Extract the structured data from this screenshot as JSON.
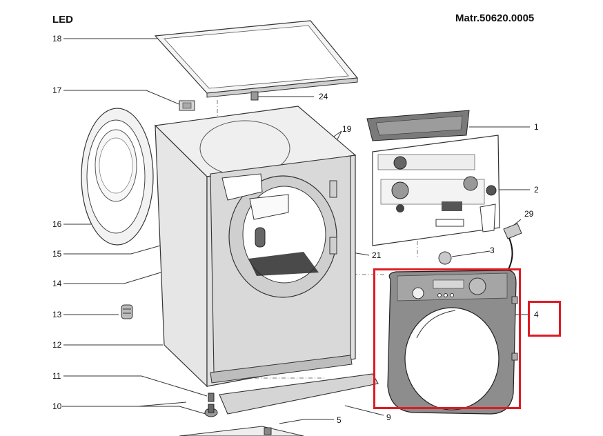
{
  "header": {
    "left_title": "LED",
    "right_code": "Matr.50620.0005"
  },
  "callouts": {
    "n1": "1",
    "n2": "2",
    "n3": "3",
    "n4": "4",
    "n5": "5",
    "n9": "9",
    "n10": "10",
    "n11": "11",
    "n12": "12",
    "n13": "13",
    "n14": "14",
    "n15": "15",
    "n16": "16",
    "n17": "17",
    "n18": "18",
    "n19": "19",
    "n21": "21",
    "n24": "24",
    "n29": "29"
  },
  "highlight": {
    "color": "#e01a22",
    "target_part": "4"
  },
  "colors": {
    "line": "#333333",
    "panel_fill": "#8d8d8d",
    "panel_dark": "#6a6a6a",
    "body_light": "#ececec",
    "body_mid": "#d2d2d2"
  }
}
